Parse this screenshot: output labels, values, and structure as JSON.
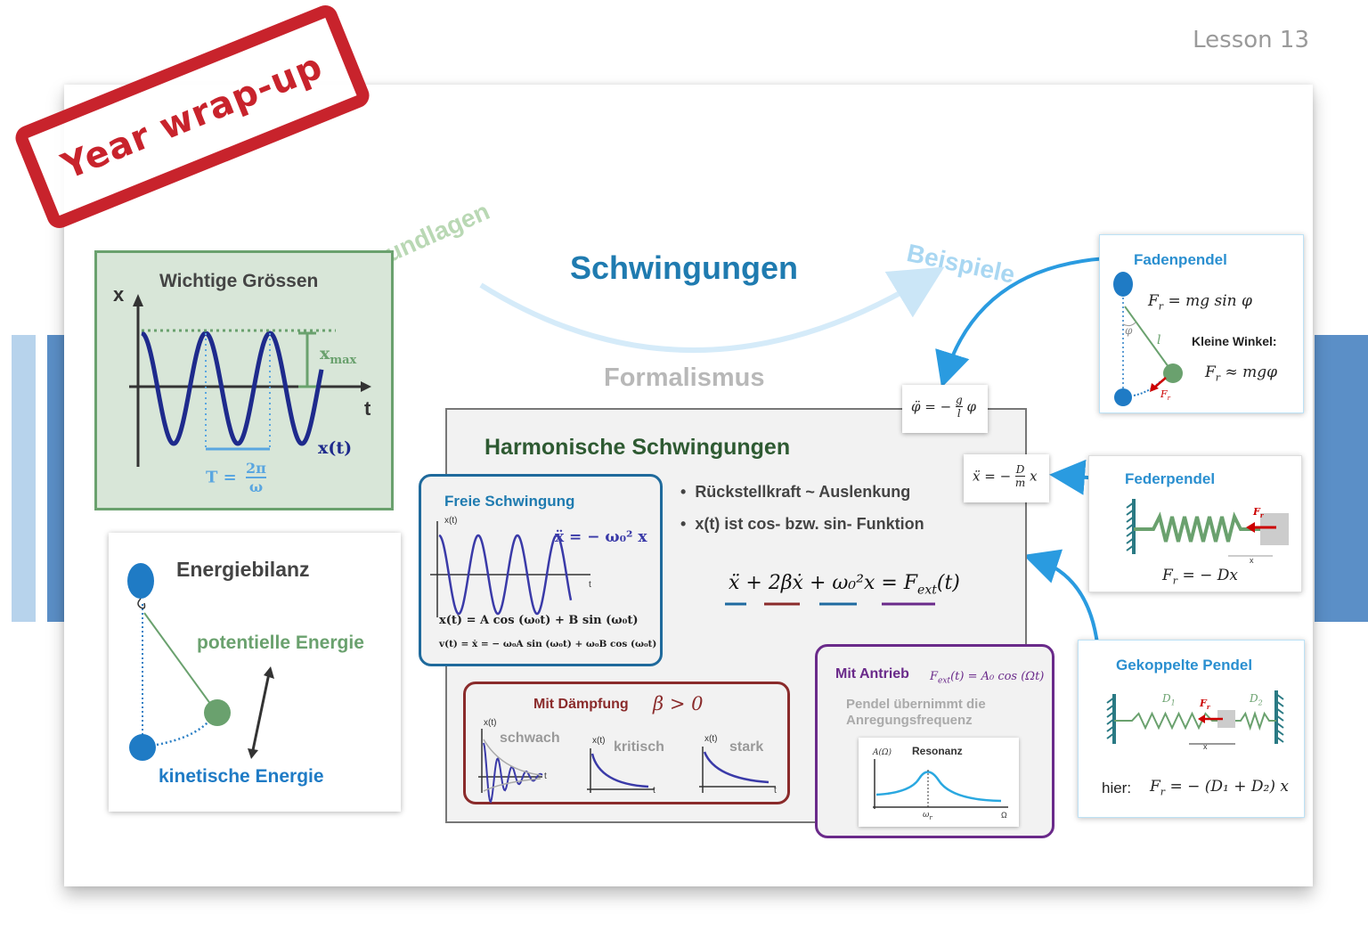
{
  "lesson": "Lesson 13",
  "stamp": "Year wrap-up",
  "title": "Schwingungen",
  "labels": {
    "grundlagen": "Grundlagen",
    "beispiele": "Beispiele",
    "formalismus": "Formalismus"
  },
  "wichtige": {
    "title": "Wichtige Grössen",
    "x": "x",
    "t": "t",
    "xmax": "x",
    "xmax_sub": "max",
    "xt": "x(t)",
    "period": "T =",
    "period_num": "2π",
    "period_den": "ω"
  },
  "energie": {
    "title": "Energiebilanz",
    "pot": "potentielle Energie",
    "kin": "kinetische Energie"
  },
  "harmonisch": {
    "title": "Harmonische Schwingungen",
    "bullets": [
      "Rückstellkraft ~ Auslenkung",
      "x(t) ist cos- bzw. sin- Funktion"
    ],
    "equation": "ẍ + 2βẋ + ω₀²x = F",
    "equation_sub": "ext",
    "equation_end": "(t)"
  },
  "freie": {
    "title": "Freie Schwingung",
    "axis_x": "x(t)",
    "axis_t": "t",
    "eq": "ẍ = − ω₀² x",
    "sol1": "x(t) = A cos (ω₀t) + B sin (ω₀t)",
    "sol2": "v(t) = ẋ = − ω₀A sin (ω₀t) + ω₀B cos (ω₀t)"
  },
  "daempfung": {
    "title": "Mit Dämpfung",
    "cond": "β > 0",
    "axis_x": "x(t)",
    "axis_t": "t",
    "cases": [
      "schwach",
      "kritisch",
      "stark"
    ]
  },
  "antrieb": {
    "title": "Mit Antrieb",
    "force": "F",
    "force_sub": "ext",
    "force_rest": "(t) = A₀ cos (Ωt)",
    "desc1": "Pendel übernimmt die",
    "desc2": "Anregungsfrequenz",
    "res_title": "Resonanz",
    "res_y": "A(Ω)",
    "res_x": "Ω",
    "res_w": "ω"
  },
  "faden": {
    "title": "Fadenpendel",
    "force": "F",
    "force_sub": "r",
    "force_rest": " = mg sin φ",
    "small": "Kleine Winkel:",
    "approx": "F",
    "approx_sub": "r",
    "approx_rest": " ≈ mgφ",
    "phi": "φ",
    "l": "l",
    "fr": "F"
  },
  "feder": {
    "title": "Federpendel",
    "force": "F",
    "force_sub": "r",
    "force_rest": " = − Dx",
    "fr": "F",
    "x": "x"
  },
  "gekoppelt": {
    "title": "Gekoppelte Pendel",
    "here": "hier:",
    "force": "F",
    "force_sub": "r",
    "force_rest": " = − (D₁ + D₂) x",
    "d1": "D",
    "d2": "D",
    "fr": "F",
    "x": "x"
  },
  "eq_phi": {
    "lhs": "φ̈ = −",
    "num": "g",
    "den": "l",
    "rhs": "φ"
  },
  "eq_x": {
    "lhs": "ẍ = −",
    "num": "D",
    "den": "m",
    "rhs": "x"
  },
  "colors": {
    "blue": "#1f7bb0",
    "green": "#2e5a32",
    "red": "#8a2b2b",
    "purple": "#6a2a8a",
    "stamp": "#c8232c"
  }
}
